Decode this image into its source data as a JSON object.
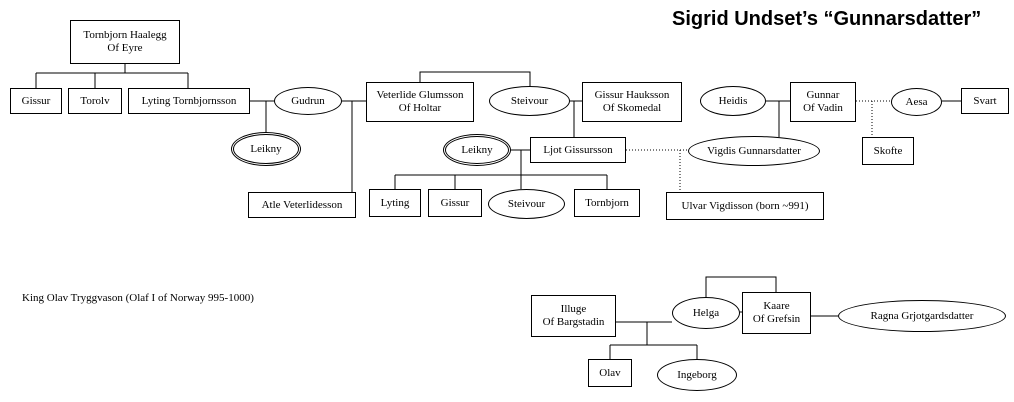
{
  "title": "Sigrid Undset’s “Gunnarsdatter”",
  "note": "King Olav Tryggvason (Olaf I of Norway 995-1000)",
  "people": {
    "tornbjorn_haalegg": "Tornbjorn Haalegg\nOf Eyre",
    "gissur_1": "Gissur",
    "torolv": "Torolv",
    "lyting_tornbjornsson": "Lyting Tornbjornsson",
    "gudrun": "Gudrun",
    "leikny_1": "Leikny",
    "atle_veterlidesson": "Atle Veterlidesson",
    "veterlide_glumsson": "Veterlide Glumsson\nOf Holtar",
    "steivour_1": "Steivour",
    "gissur_hauksson": "Gissur Hauksson\nOf Skomedal",
    "leikny_2": "Leikny",
    "ljot_gissursson": "Ljot Gissursson",
    "lyting": "Lyting",
    "gissur_2": "Gissur",
    "steivour_2": "Steivour",
    "tornbjorn": "Tornbjorn",
    "heidis": "Heidis",
    "gunnar_of_vadin": "Gunnar\nOf Vadin",
    "aesa": "Aesa",
    "svart": "Svart",
    "vigdis_gunnarsdatter": "Vigdis Gunnarsdatter",
    "skofte": "Skofte",
    "ulvar_vigdisson": "Ulvar Vigdisson (born ~991)",
    "illuge": "Illuge\nOf Bargstadin",
    "helga": "Helga",
    "kaare": "Kaare\nOf Grefsin",
    "ragna_grjotgardsdatter": "Ragna Grjotgardsdatter",
    "olav": "Olav",
    "ingeborg": "Ingeborg"
  }
}
